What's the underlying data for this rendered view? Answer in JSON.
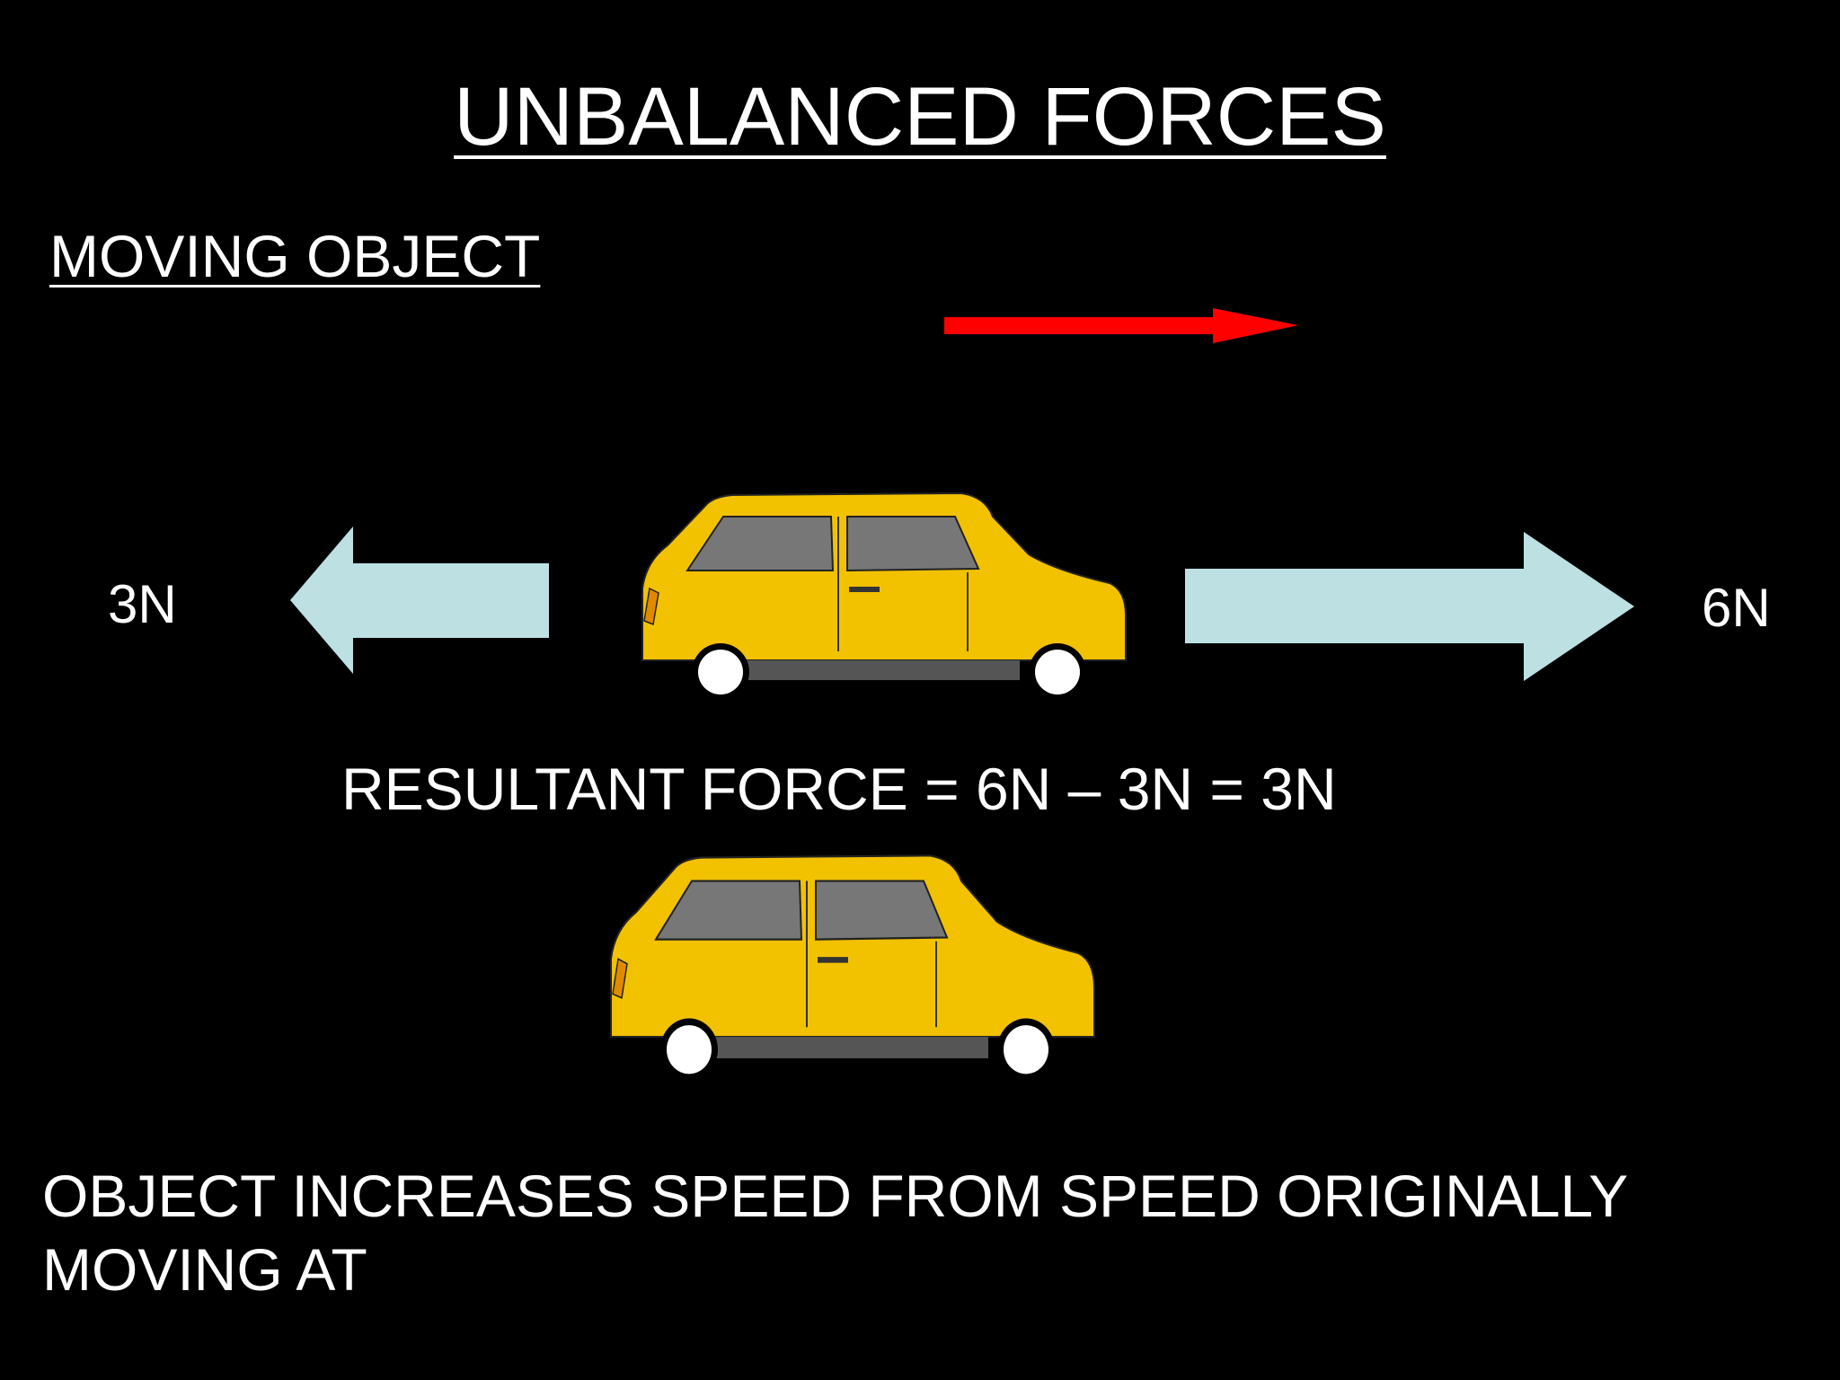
{
  "slide": {
    "title": "UNBALANCED FORCES",
    "subtitle": "MOVING OBJECT",
    "forces": {
      "left_label": "3N",
      "right_label": "6N"
    },
    "resultant": "RESULTANT FORCE = 6N – 3N = 3N",
    "conclusion": "OBJECT INCREASES SPEED FROM SPEED ORIGINALLY MOVING AT"
  },
  "colors": {
    "background": "#000000",
    "text": "#ffffff",
    "motion_arrow": "#ff0000",
    "force_arrows": "#bde0e3",
    "car_body": "#f2c100",
    "car_window": "#777777"
  },
  "icons": {
    "motion": "red-arrow-right",
    "left_force": "force-arrow-left",
    "right_force": "force-arrow-right",
    "car": "yellow-mini-car"
  }
}
